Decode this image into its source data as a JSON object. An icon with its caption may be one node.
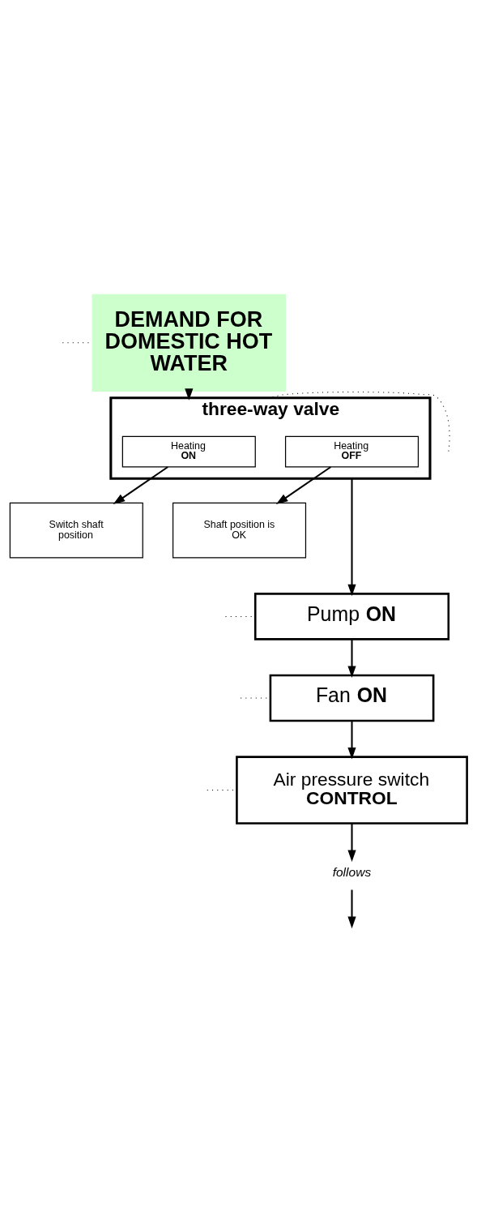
{
  "diagram": {
    "nodes": [
      {
        "text": [
          "DEMAND FOR DOMESTIC HOT WATER"
        ]
      },
      {
        "text": [
          "three-way valve"
        ]
      },
      {
        "text": [
          "Heating **ON**"
        ],
        "in": 1
      },
      {
        "text": [
          "Heating **OFF**"
        ],
        "in": 1
      },
      {
        "text": [
          "Switch shaft position"
        ]
      },
      {
        "text": [
          "Shaft position is OK"
        ]
      },
      {
        "text": [
          "Pump **ON**"
        ]
      },
      {
        "text": [
          "Fan **ON**"
        ]
      },
      {
        "text": [
          "Air pressure switch **CONTROL**"
        ]
      },
      {
        "text": [
          "follows"
        ]
      }
    ],
    "edges": [
      {
        "from": null,
        "to": 0,
        "arrow": "none",
        "style": "dashed"
      },
      {
        "from": 0,
        "to": 1,
        "arrow": "to"
      },
      {
        "from": null,
        "to": 1,
        "arrow": "none",
        "style": "dashed"
      },
      {
        "from": 2,
        "to": 4,
        "arrow": "to"
      },
      {
        "from": 3,
        "to": 5,
        "arrow": "to"
      },
      {
        "from": 1,
        "to": 6,
        "arrow": "to"
      },
      {
        "from": null,
        "to": 6,
        "arrow": "none",
        "style": "dashed"
      },
      {
        "from": 6,
        "to": 7,
        "arrow": "to"
      },
      {
        "from": null,
        "to": 7,
        "arrow": "none",
        "style": "dashed"
      },
      {
        "from": 7,
        "to": 8,
        "arrow": "to"
      },
      {
        "from": null,
        "to": 8,
        "arrow": "none",
        "style": "dashed"
      },
      {
        "from": 8,
        "to": 9,
        "arrow": "to"
      },
      {
        "from": 9,
        "to": null,
        "arrow": "to"
      }
    ]
  }
}
